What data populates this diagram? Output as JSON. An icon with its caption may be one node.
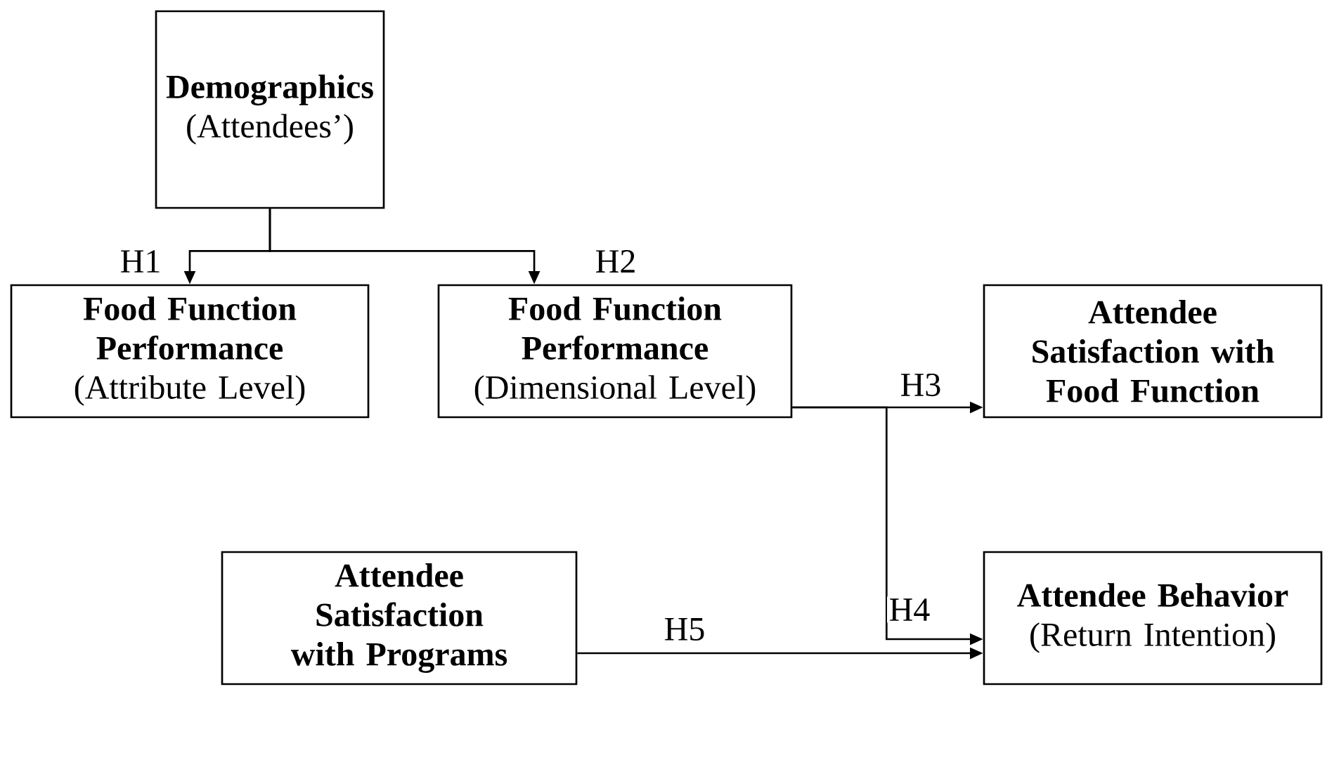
{
  "diagram": {
    "nodes": [
      {
        "text": [
          "Demographics",
          "(Attendees’)"
        ]
      },
      {
        "text": [
          "Food Function Performance",
          "(Attribute Level)"
        ]
      },
      {
        "text": [
          "Food Function Performance",
          "(Dimensional Level)"
        ]
      },
      {
        "text": [
          "Attendee Satisfaction with Food Function"
        ]
      },
      {
        "text": [
          "Attendee Satisfaction with Programs"
        ]
      },
      {
        "text": [
          "Attendee Behavior",
          "(Return Intention)"
        ]
      }
    ],
    "edges": [
      {
        "from": 0,
        "to": 1,
        "arrow": "to",
        "label": "H1"
      },
      {
        "from": 0,
        "to": 2,
        "arrow": "to",
        "label": "H2"
      },
      {
        "from": 2,
        "to": 3,
        "arrow": "to",
        "label": "H3"
      },
      {
        "from": 2,
        "to": 5,
        "arrow": "to",
        "label": "H4"
      },
      {
        "from": 4,
        "to": 5,
        "arrow": "to",
        "label": "H5"
      }
    ]
  }
}
